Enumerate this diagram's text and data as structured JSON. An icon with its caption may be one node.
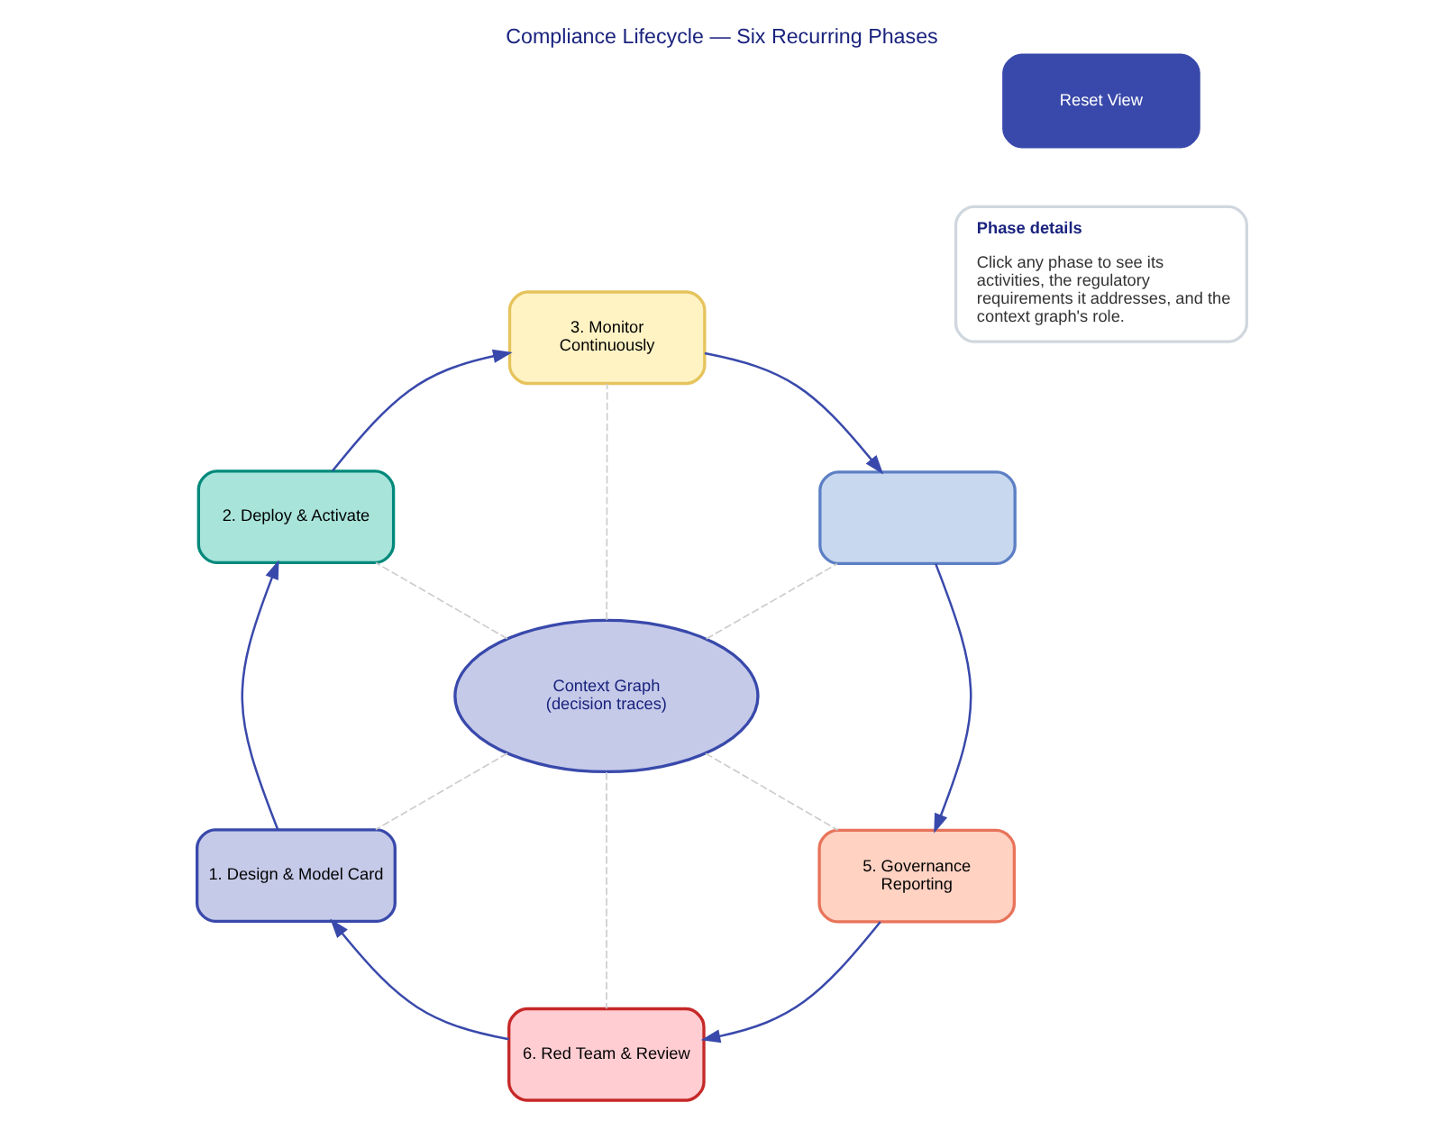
{
  "diagram": {
    "title": "Compliance Lifecycle — Six Recurring Phases",
    "nodes": [
      {
        "text": [
          "1. Design & Model Card"
        ]
      },
      {
        "text": [
          "2. Deploy & Activate"
        ]
      },
      {
        "text": [
          "3. Monitor Continuously"
        ]
      },
      {
        "text": [],
        "shape": "box"
      },
      {
        "text": [
          "5. Governance Reporting"
        ]
      },
      {
        "text": [
          "6. Red Team & Review"
        ]
      },
      {
        "text": [
          "Context Graph (decision traces)"
        ]
      },
      {
        "text": [
          "Phase details",
          "Click any phase to see its activities, the regulatory requirements it addresses, and the context graph's role."
        ]
      },
      {
        "text": [
          "Reset View"
        ]
      }
    ],
    "edges": [
      {
        "from": 6,
        "to": 0,
        "arrow": "none",
        "style": "dashed",
        "color": "#cccccc"
      },
      {
        "from": 0,
        "to": 1,
        "arrow": "to",
        "color": "#3949ab"
      },
      {
        "from": 1,
        "to": 2,
        "arrow": "to",
        "color": "#3949ab"
      },
      {
        "from": 2,
        "to": 3,
        "arrow": "to",
        "color": "#3949ab"
      },
      {
        "from": 3,
        "to": 4,
        "arrow": "to",
        "color": "#3949ab"
      },
      {
        "from": 4,
        "to": 5,
        "arrow": "to",
        "color": "#3949ab"
      },
      {
        "from": 5,
        "to": 0,
        "arrow": "to",
        "color": "#3949ab"
      },
      {
        "from": 6,
        "to": 1,
        "arrow": "none",
        "style": "dashed",
        "color": "#cccccc"
      },
      {
        "from": 6,
        "to": 2,
        "arrow": "none",
        "style": "dashed",
        "color": "#cccccc"
      },
      {
        "from": 6,
        "to": 3,
        "arrow": "none",
        "style": "dashed",
        "color": "#cccccc"
      },
      {
        "from": 6,
        "to": 4,
        "arrow": "none",
        "style": "dashed",
        "color": "#cccccc"
      },
      {
        "from": 6,
        "to": 5,
        "arrow": "none",
        "style": "dashed",
        "color": "#cccccc"
      }
    ]
  }
}
